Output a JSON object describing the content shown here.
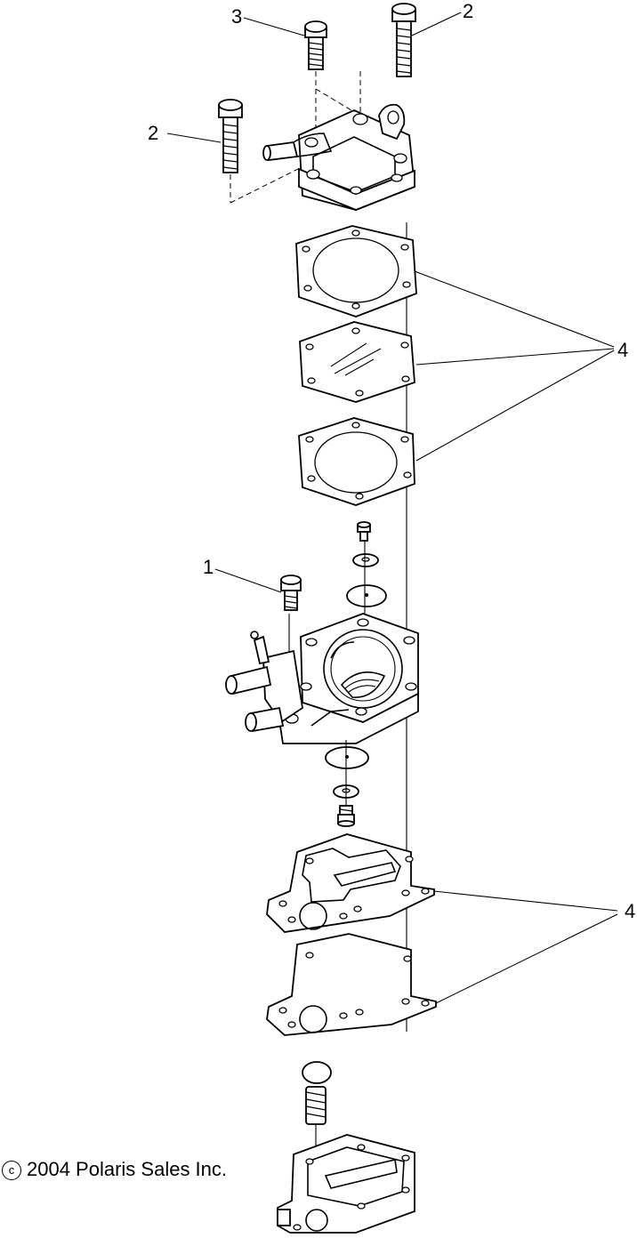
{
  "callouts": {
    "screw_top_short": "3",
    "screw_top_long_right": "2",
    "screw_top_long_left": "2",
    "upper_gasket_set": "4",
    "pump_body_screw": "1",
    "lower_gasket_set": "4"
  },
  "copyright": {
    "symbol": "c",
    "text": "2004 Polaris Sales Inc."
  }
}
